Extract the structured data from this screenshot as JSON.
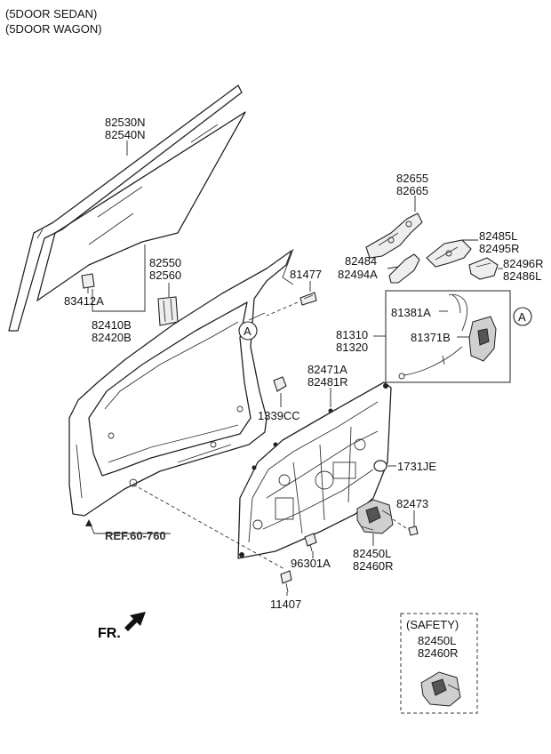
{
  "header": {
    "line1": "(5DOOR SEDAN)",
    "line2": "(5DOOR WAGON)"
  },
  "labels": {
    "p82530N": "82530N",
    "p82540N": "82540N",
    "p82655": "82655",
    "p82665": "82665",
    "p82485L": "82485L",
    "p82495R": "82495R",
    "p82484": "82484",
    "p82494A": "82494A",
    "p82496R": "82496R",
    "p82486L": "82486L",
    "p82550": "82550",
    "p82560": "82560",
    "p81477": "81477",
    "p83412A": "83412A",
    "p82410B": "82410B",
    "p82420B": "82420B",
    "p81381A": "81381A",
    "p81310": "81310",
    "p81320": "81320",
    "p81371B": "81371B",
    "p82471A": "82471A",
    "p82481R": "82481R",
    "p1339CC": "1339CC",
    "p1731JE": "1731JE",
    "p82473": "82473",
    "p82450L": "82450L",
    "p82460R": "82460R",
    "p96301A": "96301A",
    "p11407": "11407",
    "safety_title": "(SAFETY)",
    "safety_82450L": "82450L",
    "safety_82460R": "82460R"
  },
  "callouts": {
    "circle_a1": "A",
    "circle_a2": "A"
  },
  "reference": "REF.60-760",
  "direction": "FR."
}
